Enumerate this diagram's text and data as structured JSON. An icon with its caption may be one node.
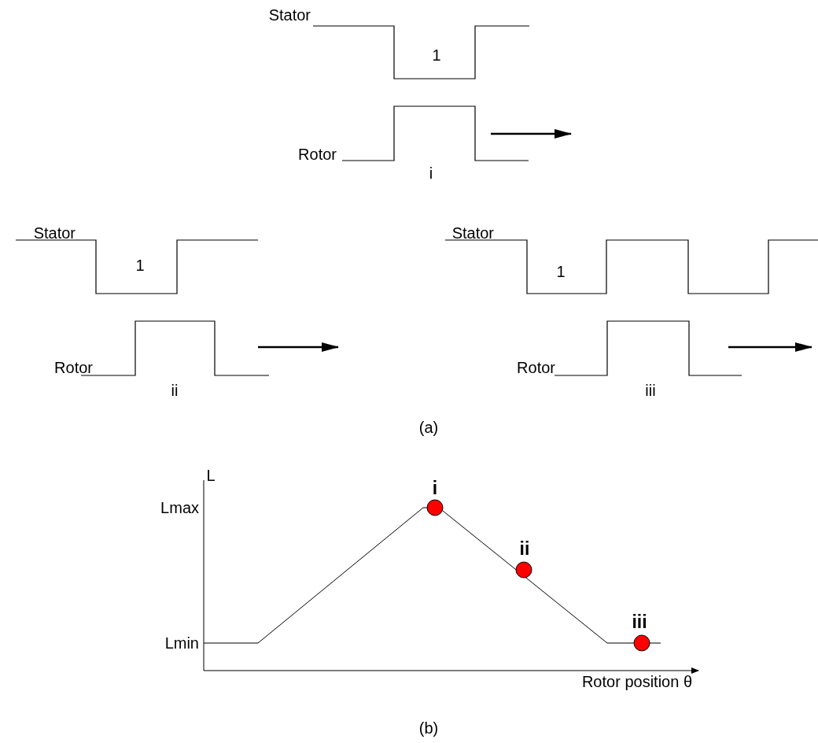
{
  "diagram": {
    "labels": [
      "Stator",
      "1",
      "Rotor",
      "i",
      "Stator",
      "Stator",
      "1",
      "1",
      "Rotor",
      "Rotor",
      "ii",
      "iii",
      "(a)",
      "L",
      "i",
      "Lmax",
      "ii",
      "iii",
      "Lmin",
      "Rotor position θ",
      "(b)"
    ]
  }
}
